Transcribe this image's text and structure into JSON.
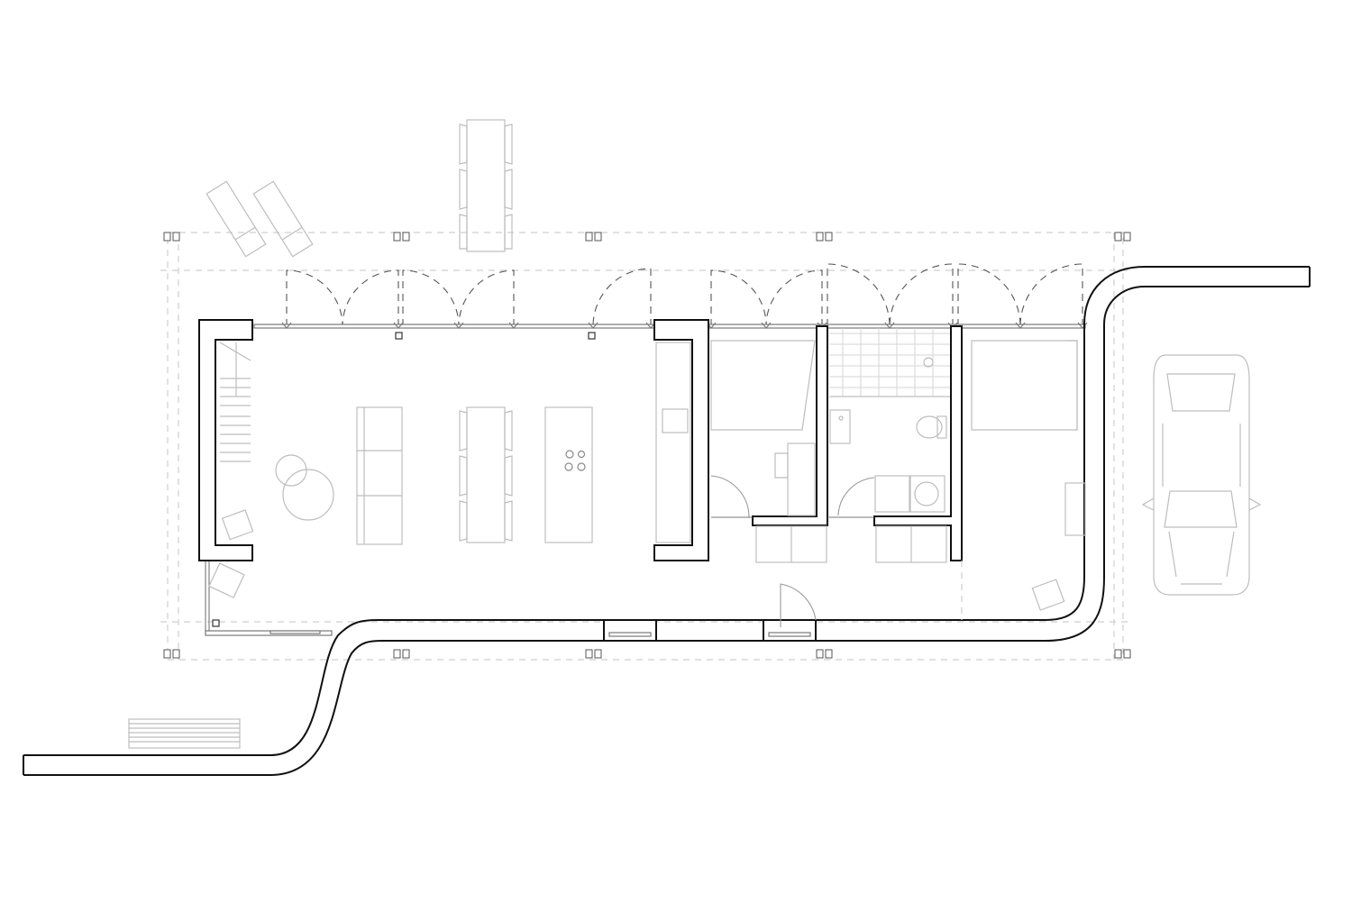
{
  "drawing": {
    "type": "floor-plan",
    "line_color": "#111111",
    "furniture_color": "#bdbdbd",
    "grid_color": "#cfcfcf",
    "background": "#ffffff"
  },
  "elements": {
    "grid_markers": 10,
    "terrace_doors": 9,
    "rooms": [
      "living-dining",
      "kitchen",
      "bedroom-1",
      "bathroom",
      "bedroom-2",
      "staircase"
    ],
    "outdoor": [
      "sun-loungers",
      "outdoor-dining-table",
      "car",
      "steps"
    ]
  }
}
